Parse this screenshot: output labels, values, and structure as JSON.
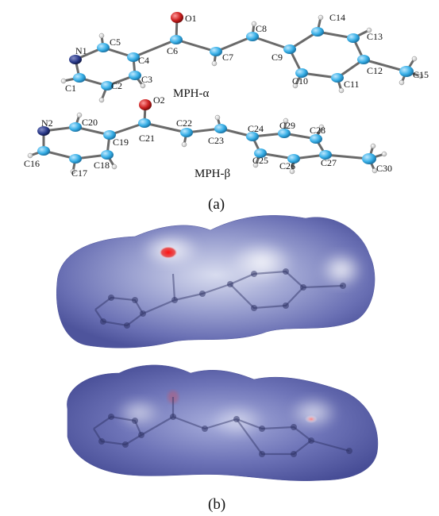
{
  "panels": {
    "a_label": "(a)",
    "b_label": "(b)"
  },
  "molecules": {
    "alpha": {
      "name": "MPH-α",
      "atoms": [
        "N1",
        "C1",
        "C2",
        "C3",
        "C4",
        "C5",
        "C6",
        "O1",
        "C7",
        "C8",
        "C9",
        "C10",
        "C11",
        "C12",
        "C13",
        "C14",
        "C15"
      ]
    },
    "beta": {
      "name": "MPH-β",
      "atoms": [
        "N2",
        "C16",
        "C17",
        "C18",
        "C19",
        "C20",
        "C21",
        "O2",
        "C22",
        "C23",
        "C24",
        "C25",
        "C26",
        "C27",
        "C28",
        "C29",
        "C30"
      ]
    }
  },
  "colors": {
    "carbon": "#36aee6",
    "nitrogen": "#2a3a8a",
    "oxygen": "#cc2020",
    "hydrogen": "#f0f0f0",
    "bond": "#6a6a6a",
    "surface_blue": "#5a5fa8",
    "surface_white": "#eef0f8",
    "surface_red": "#e01818"
  }
}
